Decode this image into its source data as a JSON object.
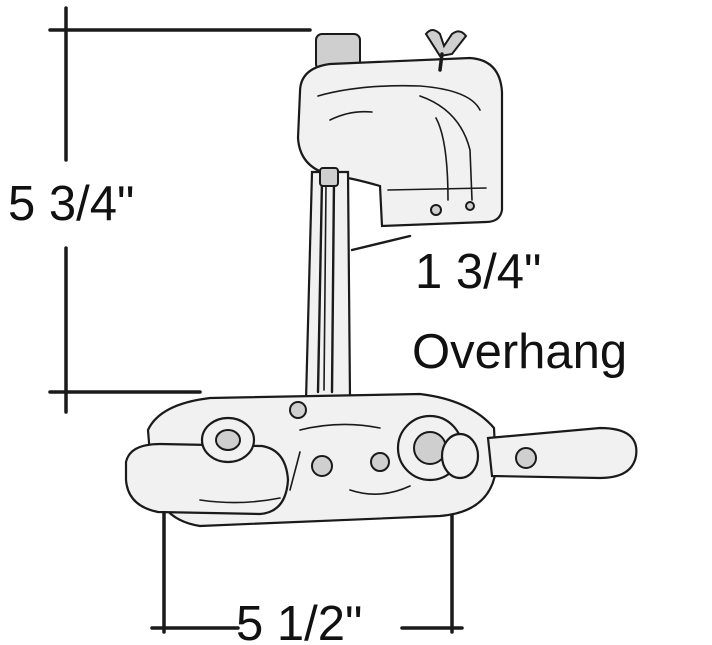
{
  "dimensions": {
    "height": "5 3/4\"",
    "overhang_value": "1 3/4\"",
    "overhang_label": "Overhang",
    "width": "5 1/2\""
  },
  "icon": "fishing-rod-holder-clamp"
}
